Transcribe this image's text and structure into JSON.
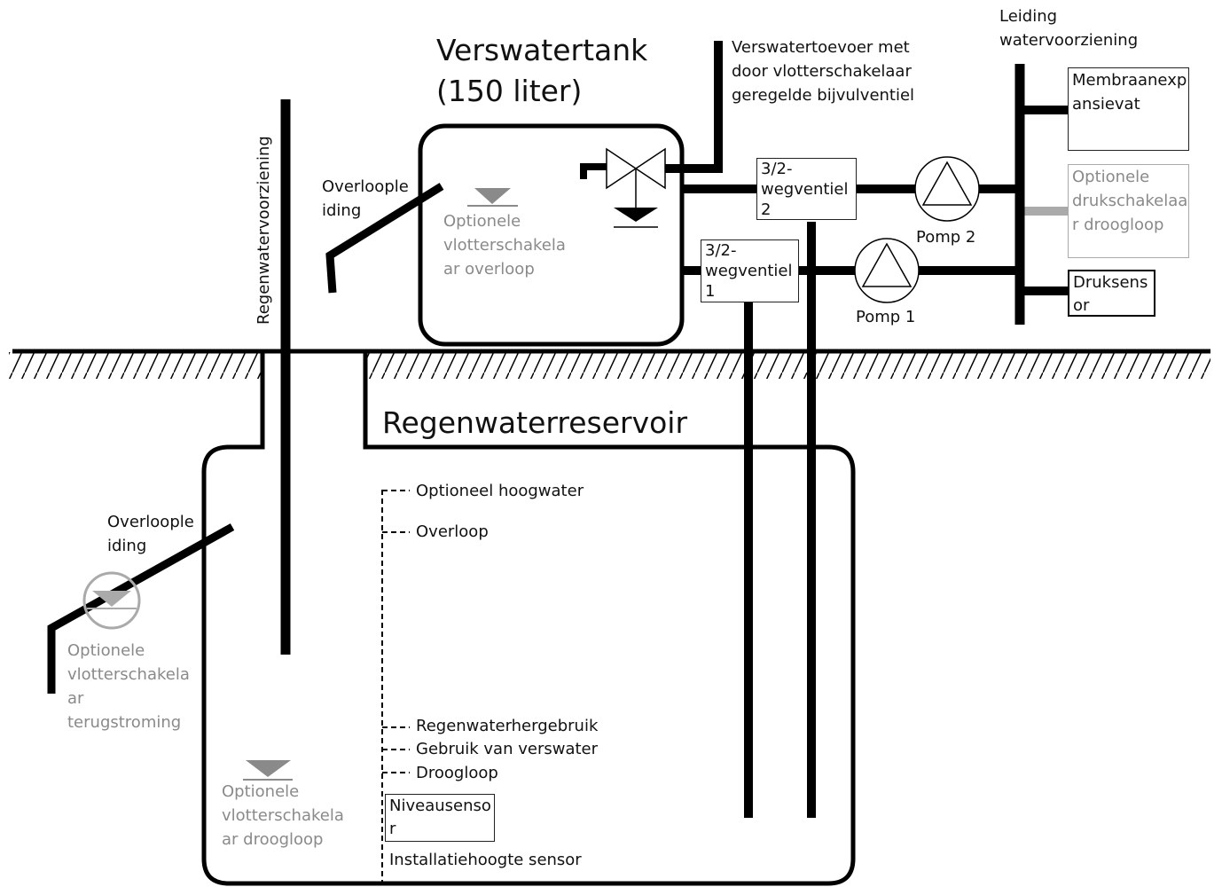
{
  "tank": {
    "title_line1": "Verswatertank",
    "title_line2": "(150 liter)",
    "overflow_pipe": "Overloople\niding",
    "float_overflow": "Optionele\nvlotterschakela\nar overloop",
    "supply_label": "Verswatertoevoer met\ndoor vlotterschakelaar\ngeregelde bijvulventiel"
  },
  "valves": {
    "valve2": "3/2-\nwegventiel\n2",
    "valve1": "3/2-\nwegventiel\n1"
  },
  "pumps": {
    "pump2": "Pomp 2",
    "pump1": "Pomp 1"
  },
  "supply_line": {
    "label": "Leiding\nwatervoorziening",
    "membrane": "Membraanexp\nansievat",
    "dry_switch": "Optionele\ndrukschakelaa\nr droogloop",
    "pressure_sensor": "Druksens\nor"
  },
  "rainwater_supply": "Regenwatervoorziening",
  "reservoir": {
    "title": "Regenwaterreservoir",
    "overflow_pipe": "Overloople\niding",
    "float_backflow": "Optionele\nvlotterschakela\nar\nterugstroming",
    "float_dryrun": "Optionele\nvlotterschakela\nar droogloop"
  },
  "levels": [
    "Optioneel hoogwater",
    "Overloop",
    "Regenwaterhergebruik",
    "Gebruik van verswater",
    "Droogloop"
  ],
  "level_sensor": "Niveausenso\nr",
  "install_height": "Installatiehoogte sensor",
  "colors": {
    "line": "#000000",
    "gray": "#8a8a8a",
    "light_gray": "#aaaaaa"
  }
}
